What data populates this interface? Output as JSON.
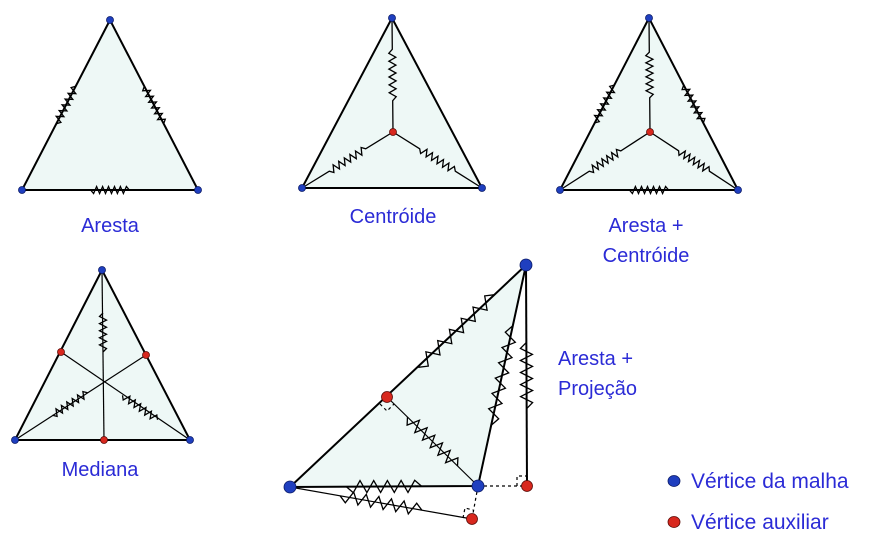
{
  "labels": {
    "aresta": "Aresta",
    "centroide": "Centróide",
    "aresta_centroide_1": "Aresta +",
    "aresta_centroide_2": "Centróide",
    "mediana": "Mediana",
    "aresta_projecao_1": "Aresta +",
    "aresta_projecao_2": "Projeção"
  },
  "legend": {
    "mesh_vertex": "Vértice da malha",
    "aux_vertex": "Vértice auxiliar"
  },
  "colors": {
    "mesh_vertex": "#1f3fbf",
    "aux_vertex": "#d8281e",
    "label": "#2b2bd6",
    "fill": "#eef8f6"
  }
}
